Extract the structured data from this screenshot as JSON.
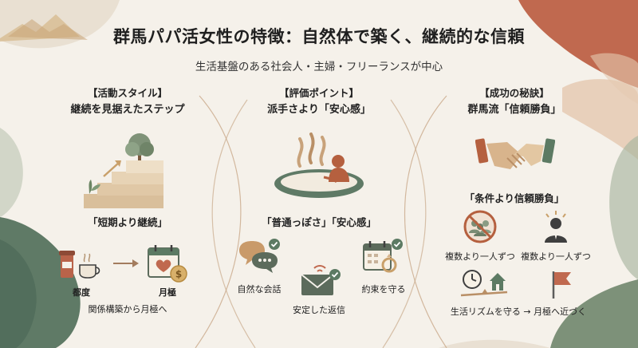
{
  "title": "群馬パパ活女性の特徴：自然体で築く、継続的な信頼",
  "subtitle": "生活基盤のある社会人・主婦・フリーランスが中心",
  "columns": [
    {
      "tag": "【活動スタイル】",
      "heading": "継続を見据えたステップ",
      "caption": "「短期より継続」",
      "steps": [
        "都度",
        "月極"
      ],
      "footer": "関係構築から月極へ"
    },
    {
      "tag": "【評価ポイント】",
      "heading": "派手さより「安心感」",
      "caption": "「普通っぽさ」「安心感」",
      "items": [
        "自然な会話",
        "安定した返信",
        "約束を守る"
      ]
    },
    {
      "tag": "【成功の秘訣】",
      "heading": "群馬流「信頼勝負」",
      "caption": "「条件より信頼勝負」",
      "items": [
        "複数より一人ずつ",
        "複数より一人ずつ"
      ],
      "footer": "生活リズムを守る → 月極へ近づく"
    }
  ],
  "colors": {
    "background": "#f5f1ea",
    "sage": "#8a9c84",
    "terracotta": "#c0694f",
    "tan": "#d8b48c",
    "dark_green": "#4f6b5a"
  }
}
